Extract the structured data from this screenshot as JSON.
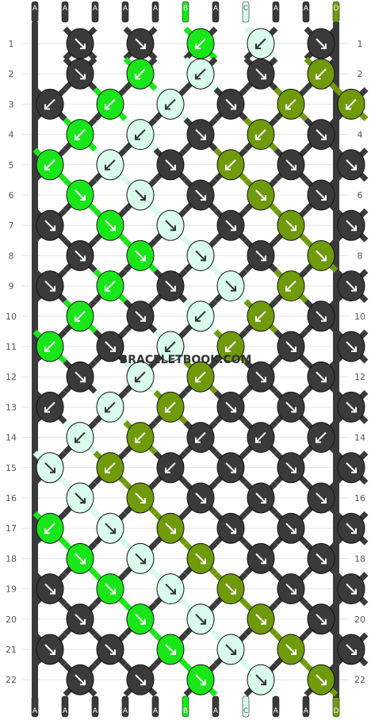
{
  "watermark": "BRACELETBOOK.COM",
  "strings_top": [
    "A",
    "A",
    "A",
    "A",
    "A",
    "B",
    "A",
    "C",
    "A",
    "A",
    "D"
  ],
  "strings_bottom": [
    "A",
    "A",
    "A",
    "A",
    "A",
    "B",
    "A",
    "C",
    "A",
    "A",
    "D"
  ],
  "colors": {
    "A": "#3a3a3a",
    "B": "#19e619",
    "C": "#d9fbec",
    "D": "#6f9a0a"
  },
  "row_numbers": [
    "1",
    "2",
    "3",
    "4",
    "5",
    "6",
    "7",
    "8",
    "9",
    "10",
    "11",
    "12",
    "13",
    "14",
    "15",
    "16",
    "17",
    "18",
    "19",
    "20",
    "21",
    "22"
  ],
  "knots": [
    [
      {
        "c": "A",
        "d": "se"
      },
      {
        "c": "A",
        "d": "se"
      },
      {
        "c": "B",
        "d": "sw"
      },
      {
        "c": "C",
        "d": "sw"
      },
      {
        "c": "A",
        "d": "se"
      }
    ],
    [
      {
        "c": "A",
        "d": "se"
      },
      {
        "c": "B",
        "d": "sw"
      },
      {
        "c": "C",
        "d": "sw"
      },
      {
        "c": "A",
        "d": "se"
      },
      {
        "c": "D",
        "d": "sw"
      }
    ],
    [
      {
        "c": "A",
        "d": "sw"
      },
      {
        "c": "B",
        "d": "sw"
      },
      {
        "c": "C",
        "d": "sw"
      },
      {
        "c": "A",
        "d": "se"
      },
      {
        "c": "D",
        "d": "sw"
      },
      {
        "c": "D",
        "d": "sw"
      }
    ],
    [
      {
        "c": "B",
        "d": "sw"
      },
      {
        "c": "C",
        "d": "sw"
      },
      {
        "c": "A",
        "d": "se"
      },
      {
        "c": "D",
        "d": "sw"
      },
      {
        "c": "A",
        "d": "se"
      }
    ],
    [
      {
        "c": "B",
        "d": "sw"
      },
      {
        "c": "C",
        "d": "sw"
      },
      {
        "c": "A",
        "d": "se"
      },
      {
        "c": "D",
        "d": "sw"
      },
      {
        "c": "A",
        "d": "se"
      },
      {
        "c": "A",
        "d": "se"
      }
    ],
    [
      {
        "c": "B",
        "d": "se"
      },
      {
        "c": "C",
        "d": "se"
      },
      {
        "c": "A",
        "d": "se"
      },
      {
        "c": "D",
        "d": "se"
      },
      {
        "c": "A",
        "d": "se"
      }
    ],
    [
      {
        "c": "A",
        "d": "se"
      },
      {
        "c": "B",
        "d": "se"
      },
      {
        "c": "C",
        "d": "se"
      },
      {
        "c": "A",
        "d": "se"
      },
      {
        "c": "D",
        "d": "se"
      },
      {
        "c": "A",
        "d": "se"
      }
    ],
    [
      {
        "c": "A",
        "d": "se"
      },
      {
        "c": "B",
        "d": "se"
      },
      {
        "c": "C",
        "d": "se"
      },
      {
        "c": "A",
        "d": "se"
      },
      {
        "c": "D",
        "d": "se"
      }
    ],
    [
      {
        "c": "A",
        "d": "se"
      },
      {
        "c": "B",
        "d": "sw"
      },
      {
        "c": "A",
        "d": "se"
      },
      {
        "c": "C",
        "d": "se"
      },
      {
        "c": "D",
        "d": "sw"
      },
      {
        "c": "A",
        "d": "se"
      }
    ],
    [
      {
        "c": "B",
        "d": "sw"
      },
      {
        "c": "A",
        "d": "se"
      },
      {
        "c": "C",
        "d": "sw"
      },
      {
        "c": "D",
        "d": "sw"
      },
      {
        "c": "A",
        "d": "se"
      }
    ],
    [
      {
        "c": "B",
        "d": "sw"
      },
      {
        "c": "A",
        "d": "se"
      },
      {
        "c": "C",
        "d": "sw"
      },
      {
        "c": "D",
        "d": "sw"
      },
      {
        "c": "A",
        "d": "se"
      },
      {
        "c": "A",
        "d": "se"
      }
    ],
    [
      {
        "c": "A",
        "d": "se"
      },
      {
        "c": "C",
        "d": "sw"
      },
      {
        "c": "D",
        "d": "sw"
      },
      {
        "c": "A",
        "d": "se"
      },
      {
        "c": "A",
        "d": "se"
      }
    ],
    [
      {
        "c": "A",
        "d": "sw"
      },
      {
        "c": "C",
        "d": "sw"
      },
      {
        "c": "D",
        "d": "sw"
      },
      {
        "c": "A",
        "d": "se"
      },
      {
        "c": "A",
        "d": "se"
      },
      {
        "c": "A",
        "d": "se"
      }
    ],
    [
      {
        "c": "C",
        "d": "sw"
      },
      {
        "c": "D",
        "d": "sw"
      },
      {
        "c": "A",
        "d": "sw"
      },
      {
        "c": "A",
        "d": "sw"
      },
      {
        "c": "A",
        "d": "sw"
      }
    ],
    [
      {
        "c": "C",
        "d": "se"
      },
      {
        "c": "D",
        "d": "sw"
      },
      {
        "c": "A",
        "d": "sw"
      },
      {
        "c": "A",
        "d": "se"
      },
      {
        "c": "A",
        "d": "se"
      },
      {
        "c": "A",
        "d": "se"
      }
    ],
    [
      {
        "c": "C",
        "d": "se"
      },
      {
        "c": "D",
        "d": "se"
      },
      {
        "c": "A",
        "d": "se"
      },
      {
        "c": "A",
        "d": "se"
      },
      {
        "c": "A",
        "d": "se"
      }
    ],
    [
      {
        "c": "B",
        "d": "sw"
      },
      {
        "c": "C",
        "d": "se"
      },
      {
        "c": "D",
        "d": "se"
      },
      {
        "c": "A",
        "d": "se"
      },
      {
        "c": "A",
        "d": "se"
      },
      {
        "c": "A",
        "d": "se"
      }
    ],
    [
      {
        "c": "B",
        "d": "se"
      },
      {
        "c": "C",
        "d": "se"
      },
      {
        "c": "D",
        "d": "se"
      },
      {
        "c": "A",
        "d": "se"
      },
      {
        "c": "A",
        "d": "se"
      }
    ],
    [
      {
        "c": "A",
        "d": "se"
      },
      {
        "c": "B",
        "d": "se"
      },
      {
        "c": "C",
        "d": "se"
      },
      {
        "c": "D",
        "d": "se"
      },
      {
        "c": "A",
        "d": "se"
      },
      {
        "c": "A",
        "d": "se"
      }
    ],
    [
      {
        "c": "A",
        "d": "se"
      },
      {
        "c": "B",
        "d": "se"
      },
      {
        "c": "C",
        "d": "se"
      },
      {
        "c": "D",
        "d": "se"
      },
      {
        "c": "A",
        "d": "se"
      }
    ],
    [
      {
        "c": "A",
        "d": "se"
      },
      {
        "c": "A",
        "d": "se"
      },
      {
        "c": "B",
        "d": "se"
      },
      {
        "c": "C",
        "d": "se"
      },
      {
        "c": "D",
        "d": "se"
      },
      {
        "c": "A",
        "d": "se"
      }
    ],
    [
      {
        "c": "A",
        "d": "se"
      },
      {
        "c": "A",
        "d": "se"
      },
      {
        "c": "B",
        "d": "se"
      },
      {
        "c": "C",
        "d": "se"
      },
      {
        "c": "D",
        "d": "se"
      }
    ]
  ]
}
